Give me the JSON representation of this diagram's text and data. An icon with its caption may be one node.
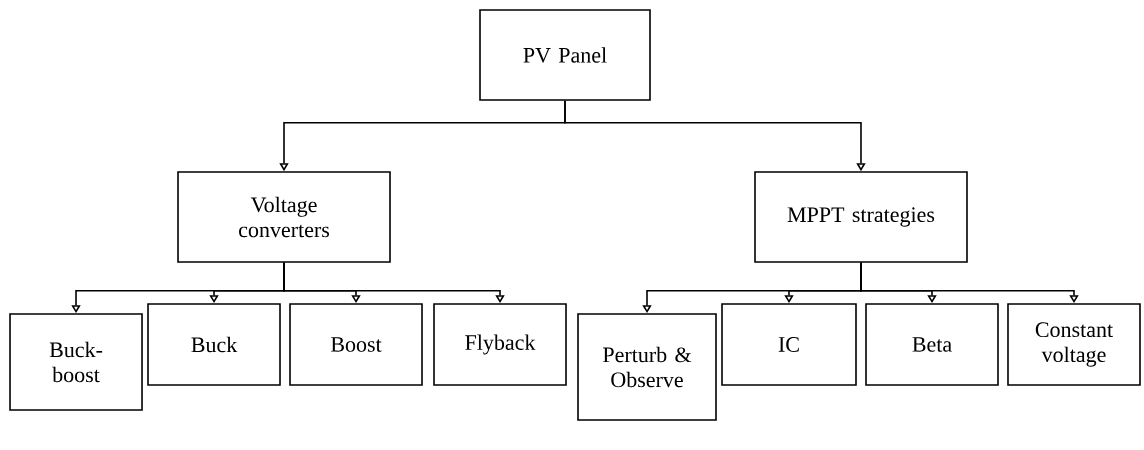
{
  "diagram": {
    "nodes": [
      {
        "text": [
          "PV Panel"
        ]
      },
      {
        "text": [
          "Voltage converters"
        ]
      },
      {
        "text": [
          "MPPT strategies"
        ]
      },
      {
        "text": [
          "Buck-boost"
        ]
      },
      {
        "text": [
          "Buck"
        ]
      },
      {
        "text": [
          "Boost"
        ]
      },
      {
        "text": [
          "Flyback"
        ]
      },
      {
        "text": [
          "Perturb & Observe"
        ]
      },
      {
        "text": [
          "IC"
        ]
      },
      {
        "text": [
          "Beta"
        ]
      },
      {
        "text": [
          "Constant voltage"
        ]
      }
    ],
    "edges": [
      {
        "from": 0,
        "to": 1,
        "arrow": "to"
      },
      {
        "from": 0,
        "to": 2,
        "arrow": "to"
      },
      {
        "from": 1,
        "to": 3,
        "arrow": "to"
      },
      {
        "from": 1,
        "to": 4,
        "arrow": "to"
      },
      {
        "from": 1,
        "to": 5,
        "arrow": "to"
      },
      {
        "from": 1,
        "to": 6,
        "arrow": "to"
      },
      {
        "from": 2,
        "to": 7,
        "arrow": "to"
      },
      {
        "from": 2,
        "to": 8,
        "arrow": "to"
      },
      {
        "from": 2,
        "to": 9,
        "arrow": "to"
      },
      {
        "from": 2,
        "to": 10,
        "arrow": "to"
      }
    ]
  }
}
